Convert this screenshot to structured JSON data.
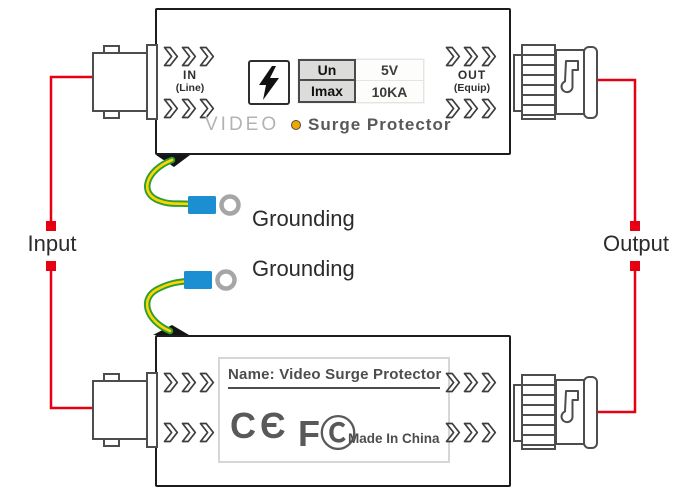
{
  "labels": {
    "input": "Input",
    "output": "Output",
    "grounding_top": "Grounding",
    "grounding_bottom": "Grounding"
  },
  "top_device": {
    "in_label": "IN",
    "in_sub": "(Line)",
    "out_label": "OUT",
    "out_sub": "(Equip)",
    "video": "VIDEO",
    "product": "Surge Protector",
    "specs": {
      "rows": [
        {
          "param": "Un",
          "value": "5V"
        },
        {
          "param": "Imax",
          "value": "10KA"
        }
      ]
    }
  },
  "bottom_device": {
    "name_plate": "Name: Video Surge Protector",
    "ce_mark": "CЄ",
    "fcc_mark": "FⒸ",
    "made_in": "Made In China"
  },
  "colors": {
    "wire_red": "#e60012",
    "ground_green": "#2f9e33",
    "ground_yellow": "#ffd400",
    "terminal_blue": "#1b8fd2",
    "indicator_yellow": "#f0a800",
    "outline_dark": "#4d4d4d"
  }
}
